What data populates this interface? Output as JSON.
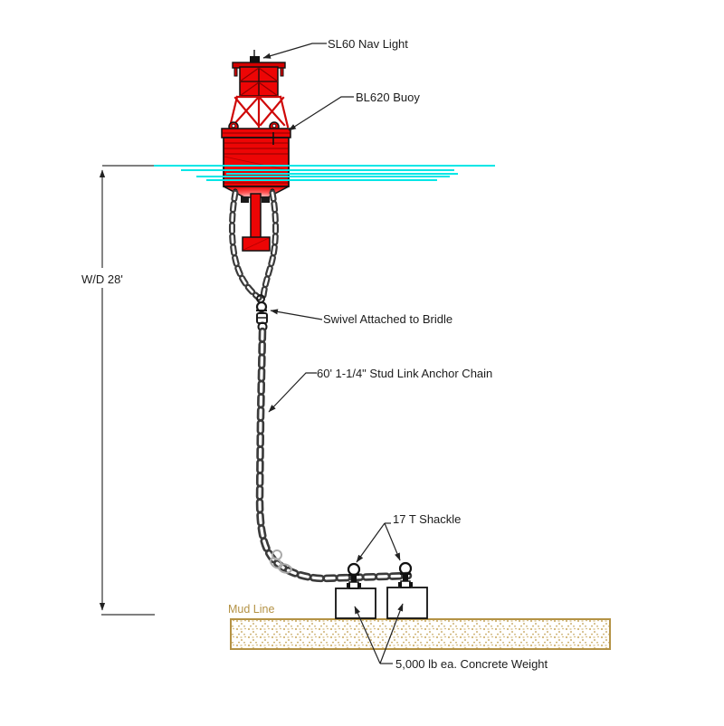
{
  "diagram": {
    "labels": {
      "nav_light": "SL60 Nav Light",
      "buoy": "BL620 Buoy",
      "swivel_note": "Swivel Attached to Bridle",
      "anchor_chain": "60' 1-1/4\" Stud Link Anchor Chain",
      "shackle": "17 T Shackle",
      "concrete_weight": "5,000 lb ea. Concrete Weight",
      "water_depth": "W/D 28'",
      "mud_line": "Mud Line"
    },
    "colors": {
      "buoy_red": "#ed0505",
      "water": "#00e6e6",
      "mud_tan": "#b49245",
      "chain_gray": "#3b3b3b"
    }
  }
}
